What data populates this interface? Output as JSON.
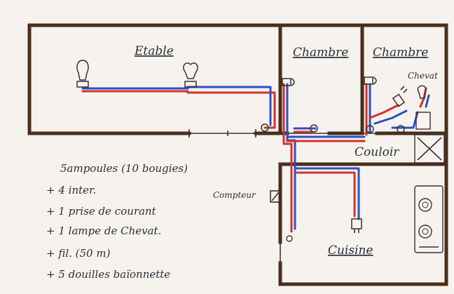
{
  "rooms": {
    "etable": "Etable",
    "chambre_1": "Chambre",
    "chambre_2": "Chambre",
    "couloir": "Couloir",
    "cuisine": "Cuisine"
  },
  "labels": {
    "chevat_lamp": "Chevat",
    "compteur": "Compteur"
  },
  "materials": [
    "5ampoules (10 bougies)",
    "+ 4 inter.",
    "+ 1 prise de courant",
    "+ 1 lampe de Chevat.",
    "+ fil. (50 m)",
    "+ 5 douilles baïonnette"
  ],
  "colors": {
    "wall": "#4a2e1c",
    "wire_live": "#d4322a",
    "wire_neutral": "#2d4fc8",
    "ink": "#2a2f3a",
    "paper": "#f6f3ee"
  }
}
